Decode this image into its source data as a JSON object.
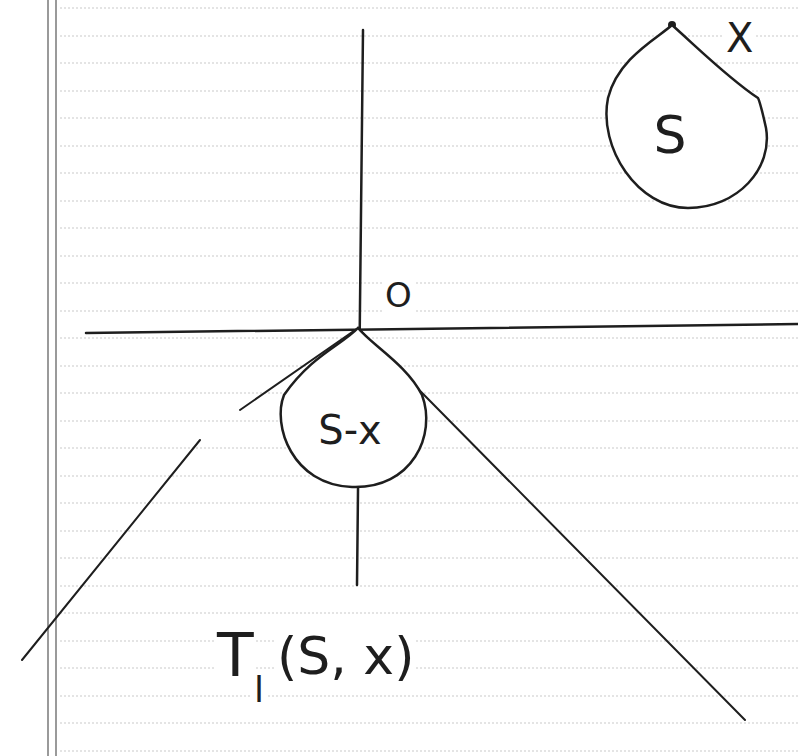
{
  "diagram": {
    "nodes": [
      {
        "text": [
          "S"
        ]
      },
      {
        "text": [
          "S-x"
        ]
      }
    ],
    "labels": [
      "X",
      "O",
      "T",
      "l",
      "(S, x)"
    ]
  }
}
